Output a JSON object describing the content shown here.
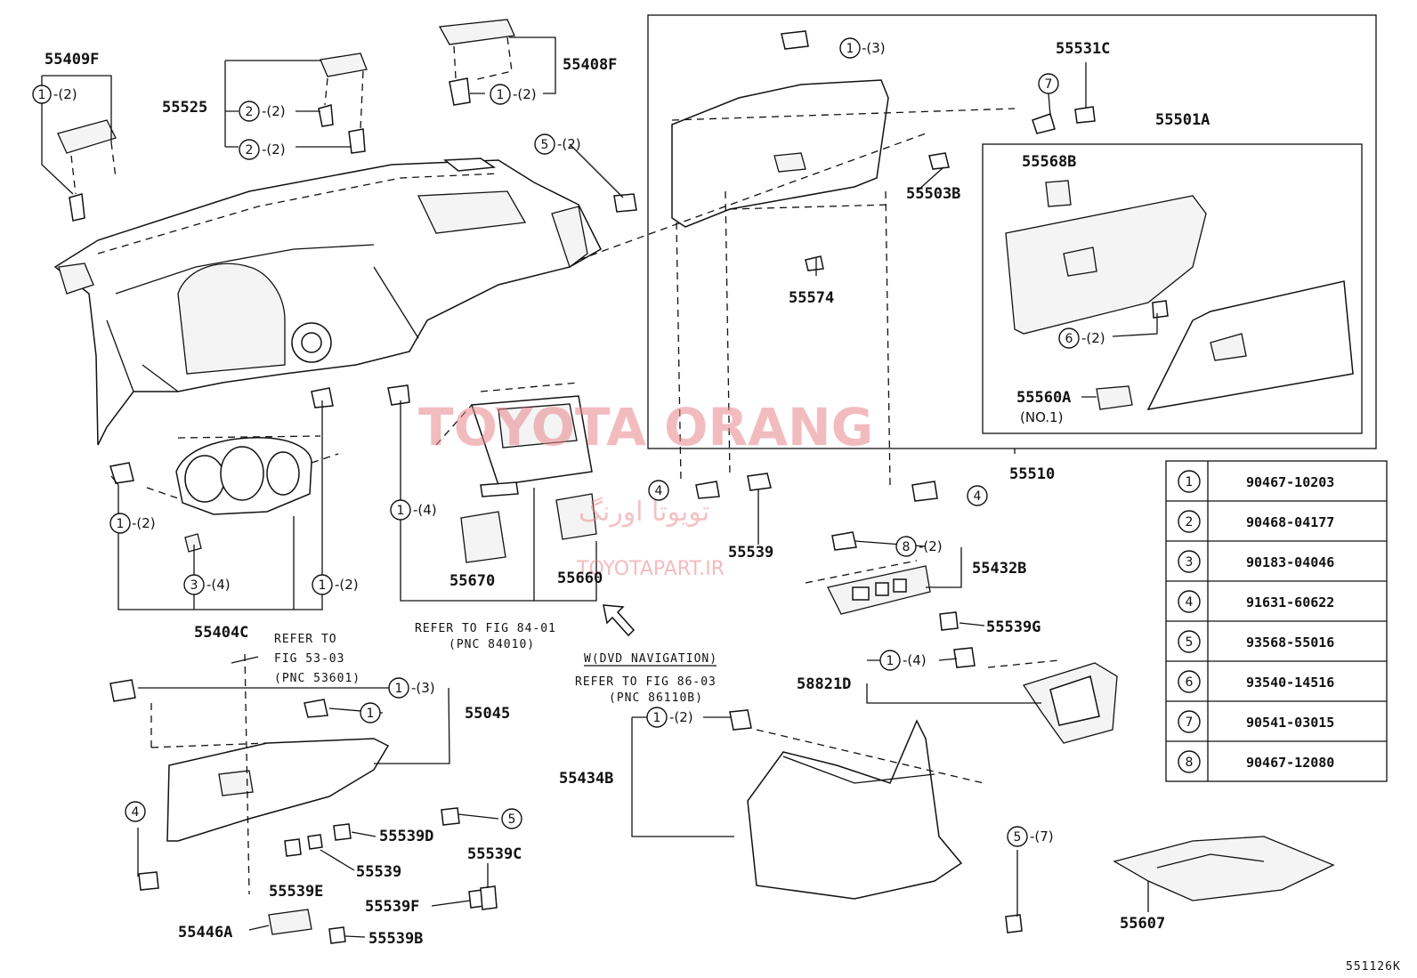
{
  "watermark": {
    "brand": "TOYOTA ORANG",
    "brand_fa": "تویوتا اورنگ",
    "site": "TOYOTAPART.IR"
  },
  "figure_code": "551126K",
  "labels": {
    "p55409F": "55409F",
    "p55525": "55525",
    "p55408F": "55408F",
    "p55531C": "55531C",
    "p55501A": "55501A",
    "p55568B": "55568B",
    "p55503B": "55503B",
    "p55574": "55574",
    "p55560A": "55560A",
    "no1": "(NO.1)",
    "p55510": "55510",
    "p55539": "55539",
    "p55432B": "55432B",
    "p55539G": "55539G",
    "p55670": "55670",
    "p55660": "55660",
    "p55404C": "55404C",
    "p55045": "55045",
    "p58821D": "58821D",
    "p55434B": "55434B",
    "p55539D": "55539D",
    "p55539b": "55539",
    "p55539E": "55539E",
    "p55539C": "55539C",
    "p55539F": "55539F",
    "p55446A": "55446A",
    "p55539B": "55539B",
    "p55607": "55607"
  },
  "refs": {
    "r1a": "REFER TO",
    "r1b": "FIG 53-03",
    "r1c": "(PNC 53601)",
    "r2a": "REFER TO FIG 84-01",
    "r2b": "(PNC 84010)",
    "r3a": "W(DVD NAVIGATION)",
    "r4a": "REFER TO FIG 86-03",
    "r4b": "(PNC 86110B)"
  },
  "callouts": [
    {
      "n": "1",
      "q": "-(2)"
    },
    {
      "n": "2",
      "q": "-(2)"
    },
    {
      "n": "2",
      "q": "-(2)"
    },
    {
      "n": "1",
      "q": "-(2)"
    },
    {
      "n": "1",
      "q": "-(3)"
    },
    {
      "n": "7",
      "q": ""
    },
    {
      "n": "5",
      "q": "-(2)"
    },
    {
      "n": "6",
      "q": "-(2)"
    },
    {
      "n": "1",
      "q": "-(2)"
    },
    {
      "n": "3",
      "q": "-(4)"
    },
    {
      "n": "1",
      "q": "-(2)"
    },
    {
      "n": "1",
      "q": "-(4)"
    },
    {
      "n": "4",
      "q": ""
    },
    {
      "n": "4",
      "q": ""
    },
    {
      "n": "8",
      "q": "-(2)"
    },
    {
      "n": "1",
      "q": "-(4)"
    },
    {
      "n": "1",
      "q": "-(3)"
    },
    {
      "n": "1",
      "q": ""
    },
    {
      "n": "1",
      "q": "-(2)"
    },
    {
      "n": "4",
      "q": ""
    },
    {
      "n": "5",
      "q": ""
    },
    {
      "n": "5",
      "q": "-(7)"
    }
  ],
  "legend": [
    {
      "n": "1",
      "part": "90467-10203"
    },
    {
      "n": "2",
      "part": "90468-04177"
    },
    {
      "n": "3",
      "part": "90183-04046"
    },
    {
      "n": "4",
      "part": "91631-60622"
    },
    {
      "n": "5",
      "part": "93568-55016"
    },
    {
      "n": "6",
      "part": "93540-14516"
    },
    {
      "n": "7",
      "part": "90541-03015"
    },
    {
      "n": "8",
      "part": "90467-12080"
    }
  ]
}
